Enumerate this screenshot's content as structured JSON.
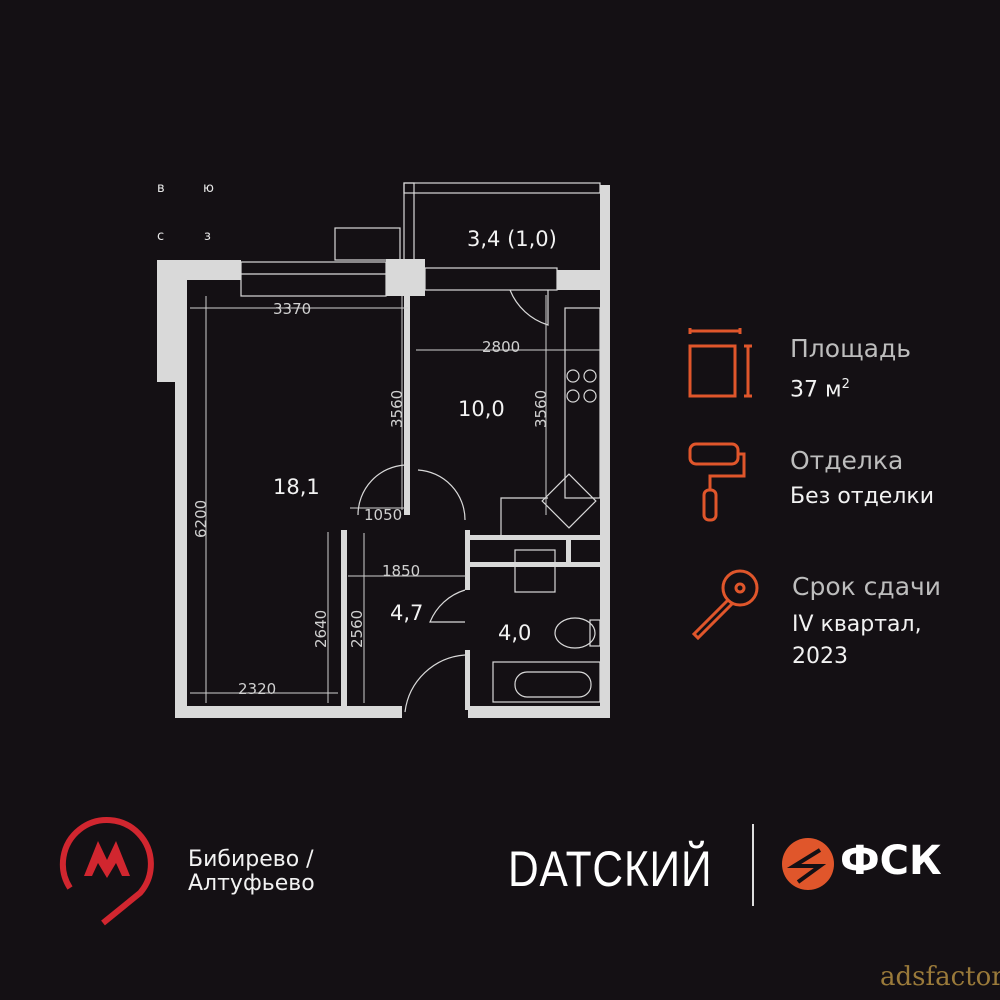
{
  "compass": {
    "n": "в",
    "e": "ю",
    "s": "с",
    "w": "з"
  },
  "rooms": {
    "balcony": "3,4 (1,0)",
    "kitchen": "10,0",
    "living": "18,1",
    "hall": "4,7",
    "bathroom": "4,0"
  },
  "dimensions": {
    "living_width_top": "3370",
    "living_height": "6200",
    "living_partition_height": "3560",
    "kitchen_width": "2800",
    "kitchen_height": "3560",
    "door_width": "1050",
    "hall_width": "1850",
    "living_lower_height": "2640",
    "hall_height": "2560",
    "living_width_bottom": "2320"
  },
  "info": [
    {
      "icon": "area-icon",
      "label": "Площадь",
      "value": "37 м",
      "sup": "2"
    },
    {
      "icon": "paint-roller-icon",
      "label": "Отделка",
      "value": "Без отделки"
    },
    {
      "icon": "key-icon",
      "label": "Срок сдачи",
      "value": "IV квартал,",
      "value2": "2023"
    }
  ],
  "metro": {
    "line1": "Бибирево /",
    "line2": "Алтуфьево",
    "icon": "metro-pin-icon"
  },
  "brand": {
    "project": "DATСКИЙ",
    "developer": "ФСК"
  },
  "watermark": "adsfactory",
  "colors": {
    "accent": "#e0562b",
    "metro": "#d1262f",
    "wall": "#d9d9d9",
    "background": "#141014"
  }
}
